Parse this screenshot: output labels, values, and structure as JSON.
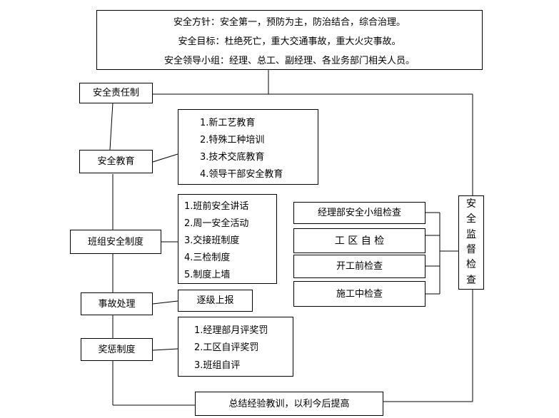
{
  "header": {
    "line1": "安全方针：安全第一，预防为主，防治结合，综合治理。",
    "line2": "安全目标：杜绝死亡，重大交通事故，重大火灾事故。",
    "line3": "安全领导小组：经理、总工、副经理、各业务部门相关人员。"
  },
  "left": {
    "responsibility": "安全责任制",
    "education": "安全教育",
    "team": "班组安全制度",
    "accident": "事故处理",
    "reward": "奖惩制度"
  },
  "education_items": [
    "1.新工艺教育",
    "2.特殊工种培训",
    "3.技术交底教育",
    "4.领导干部安全教育"
  ],
  "team_items": [
    "1.班前安全讲话",
    "2.周一安全活动",
    "3.交接班制度",
    "4.三检制度",
    "5.制度上墙"
  ],
  "accident_item": "逐级上报",
  "reward_items": [
    "1.经理部月评奖罚",
    "2.工区自评奖罚",
    "3.班组自评"
  ],
  "checks": {
    "group": "经理部安全小组检查",
    "self": "工 区 自 检",
    "before": "开工前检查",
    "during": "施工中检查"
  },
  "supervision": [
    "安",
    "全",
    "监",
    "督",
    "检",
    "查"
  ],
  "summary": "总结经验教训，以利今后提高"
}
